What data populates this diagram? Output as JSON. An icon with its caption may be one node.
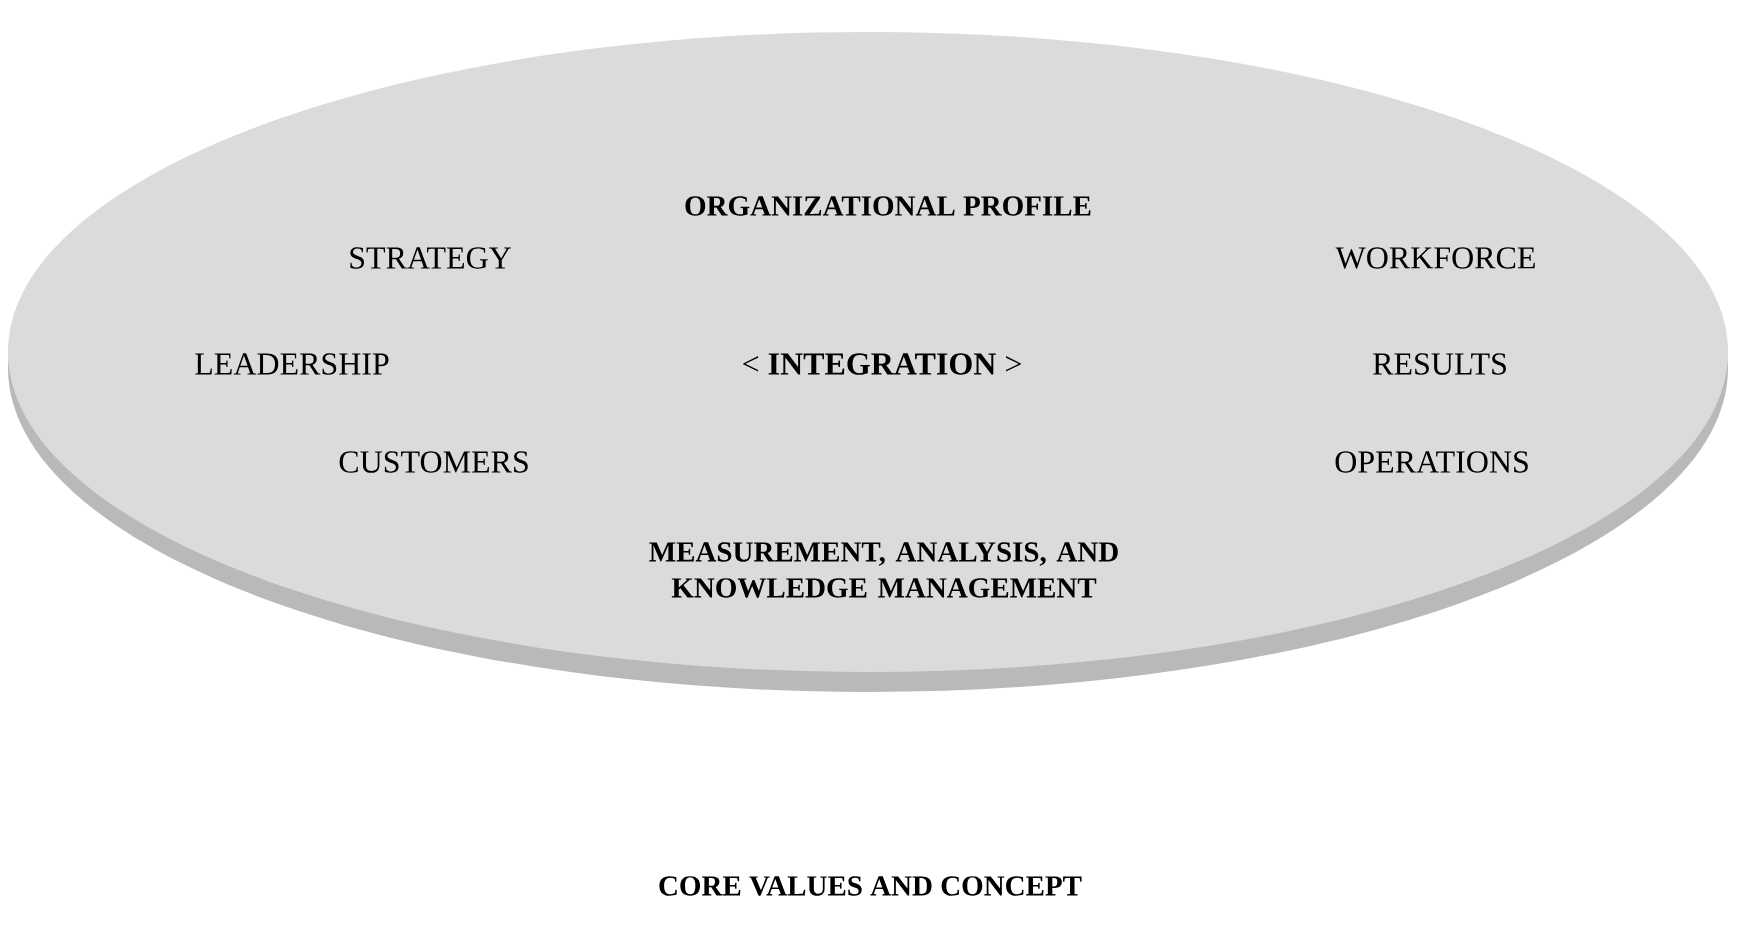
{
  "diagram": {
    "nodes": [
      {
        "text": [
          "ORGANIZATIONAL PROFILE",
          "STRATEGY",
          "WORKFORCE",
          "LEADERSHIP",
          "< **INTEGRATION** >",
          "RESULTS",
          "CUSTOMERS",
          "OPERATIONS",
          "MEASUREMENT, ANALYSIS, AND KNOWLEDGE MANAGEMENT"
        ]
      }
    ],
    "labels": [
      "CORE VALUES AND CONCEPT"
    ]
  }
}
